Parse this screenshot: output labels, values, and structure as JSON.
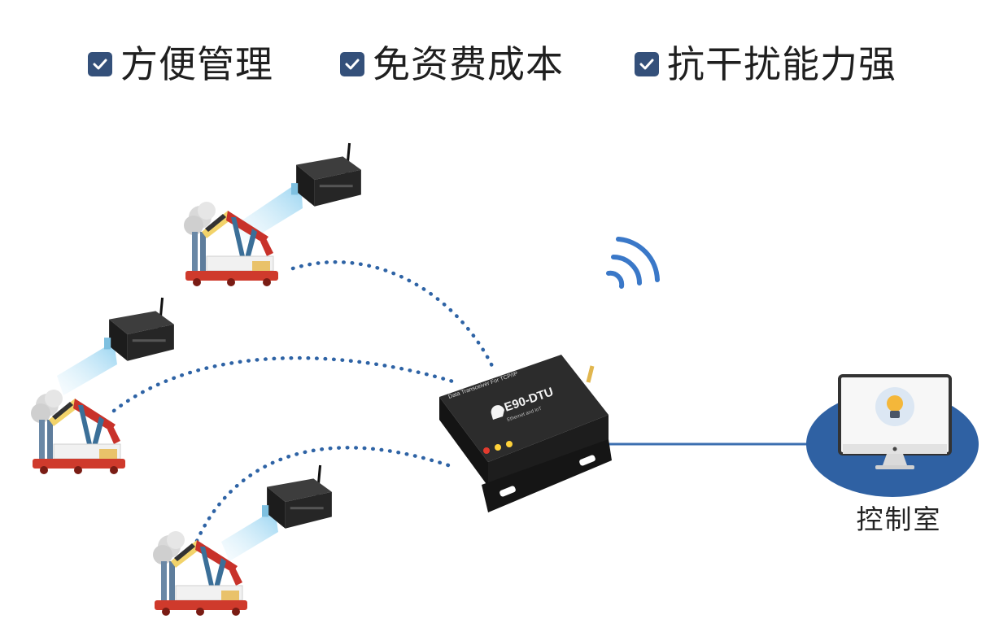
{
  "features": [
    {
      "label": "方便管理",
      "icon": "check-icon"
    },
    {
      "label": "免资费成本",
      "icon": "check-icon"
    },
    {
      "label": "抗干扰能力强",
      "icon": "check-icon"
    }
  ],
  "dtu": {
    "brand": "E90-DTU",
    "subtitle": "Data Transceiver For TCP/IP",
    "tagline": "Ethernet and IoT"
  },
  "control_room": {
    "label": "控制室"
  },
  "colors": {
    "check": "#34507a",
    "dots": "#2e63a5",
    "ellipse": "#2f61a3",
    "link": "#3c6fb0",
    "wifi": "#3a78c8"
  }
}
